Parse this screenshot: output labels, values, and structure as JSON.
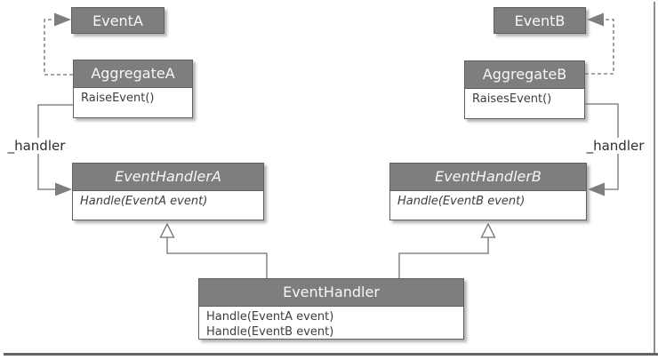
{
  "diagram": {
    "classes": [
      {
        "name": "EventA",
        "italic": false,
        "methods": []
      },
      {
        "name": "EventB",
        "italic": false,
        "methods": []
      },
      {
        "name": "AggregateA",
        "italic": false,
        "methods": [
          "RaiseEvent()"
        ]
      },
      {
        "name": "AggregateB",
        "italic": false,
        "methods": [
          "RaisesEvent()"
        ]
      },
      {
        "name": "EventHandlerA",
        "italic": true,
        "methods": [
          "Handle(EventA event)"
        ]
      },
      {
        "name": "EventHandlerB",
        "italic": true,
        "methods": [
          "Handle(EventB event)"
        ]
      },
      {
        "name": "EventHandler",
        "italic": false,
        "methods": [
          "Handle(EventA event)",
          "Handle(EventB event)"
        ]
      }
    ],
    "labels": {
      "left_handler": "_handler",
      "right_handler": "_handler"
    },
    "relationships": [
      {
        "from": "AggregateA",
        "to": "EventA",
        "type": "dashed-dependency-arrow"
      },
      {
        "from": "AggregateB",
        "to": "EventB",
        "type": "dashed-dependency-arrow"
      },
      {
        "from": "AggregateA",
        "to": "EventHandlerA",
        "type": "association",
        "label": "_handler"
      },
      {
        "from": "AggregateB",
        "to": "EventHandlerB",
        "type": "association",
        "label": "_handler"
      },
      {
        "from": "EventHandler",
        "to": "EventHandlerA",
        "type": "generalization"
      },
      {
        "from": "EventHandler",
        "to": "EventHandlerB",
        "type": "generalization"
      }
    ],
    "colors": {
      "header_fill": "#7e7e7e",
      "header_text": "#f7f7f7",
      "body_fill": "#ffffff",
      "box_border": "#5f5f5f",
      "line": "#707070",
      "method_text": "#3d3d3d",
      "frame_shadow": "#636363"
    }
  }
}
